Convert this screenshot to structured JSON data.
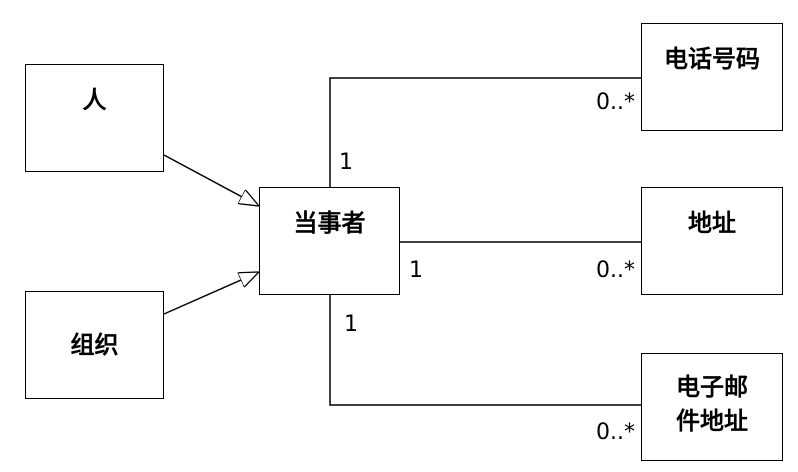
{
  "classes": {
    "person": "人",
    "organization": "组织",
    "party": "当事者",
    "phone": "电话号码",
    "address": "地址",
    "email": "电子邮\n件地址"
  },
  "multiplicities": {
    "phone_party_end": "1",
    "phone_far_end": "0..*",
    "address_party_end": "1",
    "address_far_end": "0..*",
    "email_party_end": "1",
    "email_far_end": "0..*"
  },
  "colors": {
    "line": "#000000",
    "background": "#ffffff"
  }
}
